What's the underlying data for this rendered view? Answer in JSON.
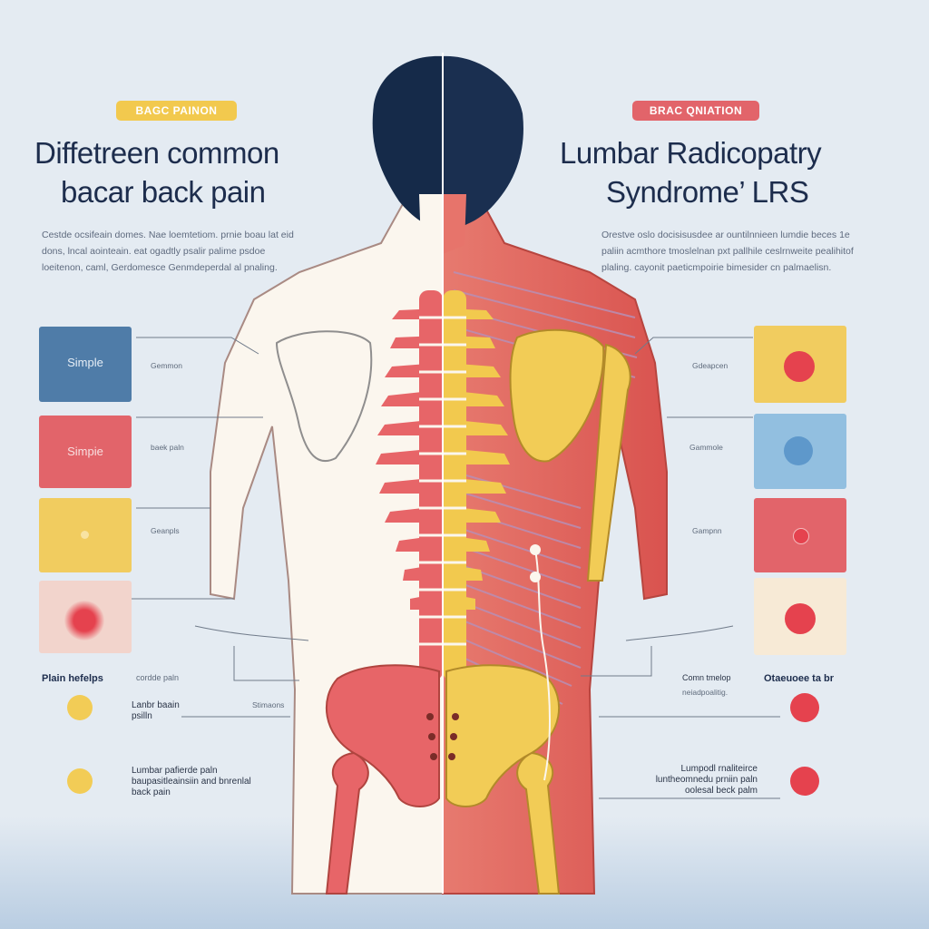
{
  "left": {
    "tag": "BAGC PAINON",
    "title_line1": "Diffetreen common",
    "title_line2": "bacar back pain",
    "description": "Cestde ocsifeain domes. Nae loemtetiom. prnie boau lat eid dons, lncal aointeain. eat ogadtly psalir palime psdoe loeitenon, caml, Gerdomesce Genmdeperdal al pnaling.",
    "boxes": [
      {
        "label": "Simple",
        "caption": "Gemmon",
        "color": "#4f7ca8"
      },
      {
        "label": "Simpie",
        "caption": "baek paln",
        "color": "#e2646a"
      },
      {
        "label": "",
        "caption": "Geanpls",
        "color": "#f1cc5f"
      },
      {
        "label": "",
        "caption": "",
        "color": "#f2d4cc"
      }
    ],
    "legend_heading": "Plain hefelps",
    "legend_heading2": "cordde paln",
    "legend_items": [
      {
        "text": "Lanbr baain psilln"
      },
      {
        "text": "Lumbar pafierde paln baupasitleainsiin and bnrenlal back pain"
      }
    ],
    "pelvis_caption": "Stimaons"
  },
  "right": {
    "tag": "BRAC QNIATION",
    "title_line1": "Lumbar Radicopatry",
    "title_line2": "Syndrome’ LRS",
    "description": "Orestve oslo docisisusdee ar ountilnnieen lumdie beces 1e paliin acmthore tmoslelnan pxt pallhile ceslrnweite pealihitof plaling. cayonit paeticmpoirie bimesider cn palmaelisn.",
    "boxes": [
      {
        "caption": "Gdeapcen",
        "color": "#f1cc5f",
        "dot": "#e5424e"
      },
      {
        "caption": "Gammole",
        "color": "#92bfe0",
        "dot": "#5e98cb"
      },
      {
        "caption": "Gampnn",
        "color": "#e2646a",
        "dot": "#e5424e"
      },
      {
        "caption": "",
        "color": "#f7ead6",
        "dot": "#e5424e"
      }
    ],
    "legend_heading": "Comn tmelop",
    "legend_heading2": "Otaeuoee ta br",
    "legend_sub": "neiadpoalitig.",
    "legend_items": [
      {
        "text": "Lumpodl rnaliteirce luntheomnedu prniin paln oolesal beck palm"
      }
    ]
  }
}
